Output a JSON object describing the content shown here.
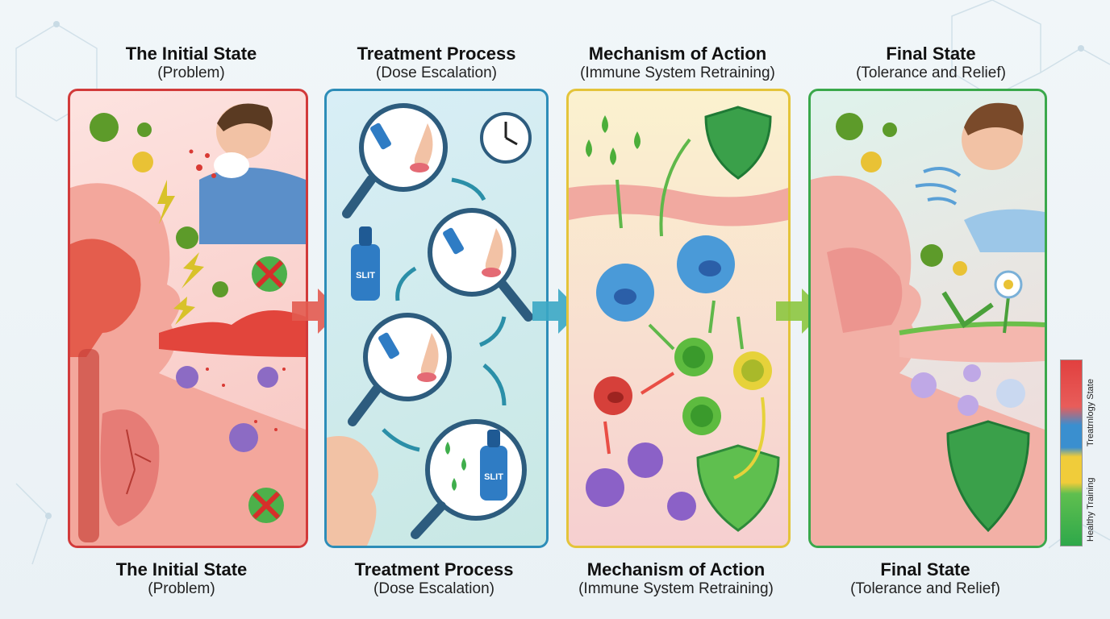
{
  "stages": [
    {
      "title": "The Initial State",
      "subtitle": "(Problem)"
    },
    {
      "title": "Treatment Process",
      "subtitle": "(Dose Escalation)"
    },
    {
      "title": "Mechanism of Action",
      "subtitle": "(Immune System Retraining)"
    },
    {
      "title": "Final State",
      "subtitle": "(Tolerance and Relief)"
    }
  ],
  "slit_labels": [
    "SLIT",
    "SLIT"
  ],
  "legend": {
    "upper": "Treatrnlogy State",
    "lower": "Healthy Training"
  },
  "colors": {
    "problem": "#d23a3a",
    "treatment": "#2d8db8",
    "mechanism": "#e4c43a",
    "final": "#3aa84b"
  }
}
